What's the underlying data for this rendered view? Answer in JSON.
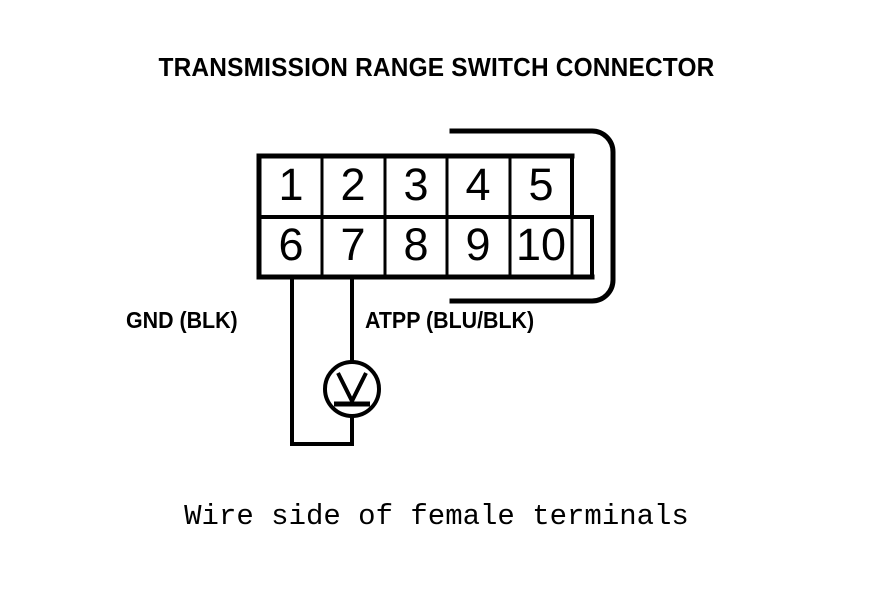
{
  "title": "TRANSMISSION RANGE SWITCH CONNECTOR",
  "caption": "Wire side of female terminals",
  "colors": {
    "line": "#000000",
    "background": "#ffffff"
  },
  "connector": {
    "rows": [
      {
        "pins": [
          "1",
          "2",
          "3",
          "4",
          "5"
        ]
      },
      {
        "pins": [
          "6",
          "7",
          "8",
          "9",
          "10"
        ]
      }
    ],
    "pin_count": 10,
    "has_keyway_cell": true,
    "view": "Wire side of female terminals"
  },
  "wires": [
    {
      "pin": "6",
      "label": "GND (BLK)",
      "signal": "GND",
      "color_code": "BLK"
    },
    {
      "pin": "7",
      "label": "ATPP (BLU/BLK)",
      "signal": "ATPP",
      "color_code": "BLU/BLK"
    }
  ],
  "meter": {
    "symbol": "V",
    "type": "voltmeter",
    "name": "voltmeter-symbol"
  }
}
